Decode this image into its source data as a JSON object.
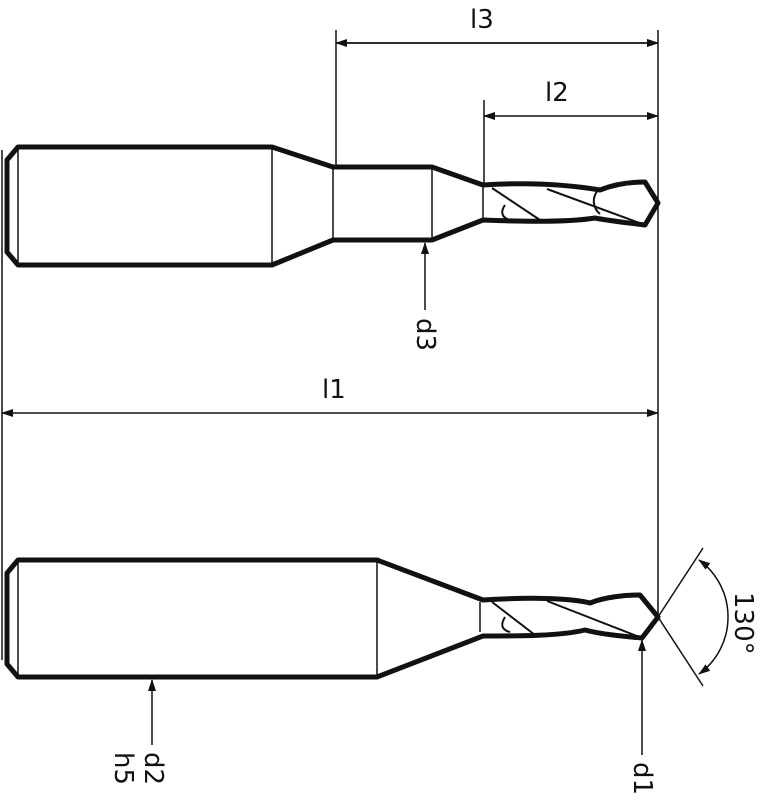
{
  "labels": {
    "l1": "l1",
    "l2": "l2",
    "l3": "l3",
    "d1": "d1",
    "d2": "d2",
    "h5": "h5",
    "d3": "d3",
    "angle": "130°"
  },
  "colors": {
    "line": "#111111",
    "background": "#ffffff"
  }
}
